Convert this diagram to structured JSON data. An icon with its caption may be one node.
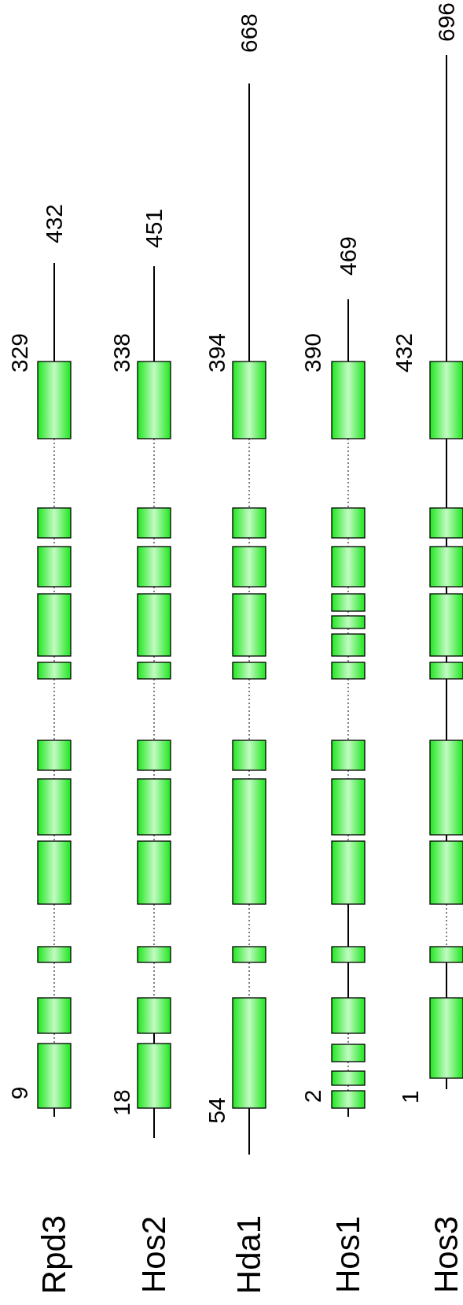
{
  "diagram": {
    "labels": [
      "Rpd3",
      "9",
      "329",
      "432",
      "Hos2",
      "18",
      "338",
      "451",
      "Hda1",
      "54",
      "394",
      "668",
      "Hos1",
      "2",
      "390",
      "469",
      "Hos3",
      "1",
      "432",
      "696"
    ]
  }
}
